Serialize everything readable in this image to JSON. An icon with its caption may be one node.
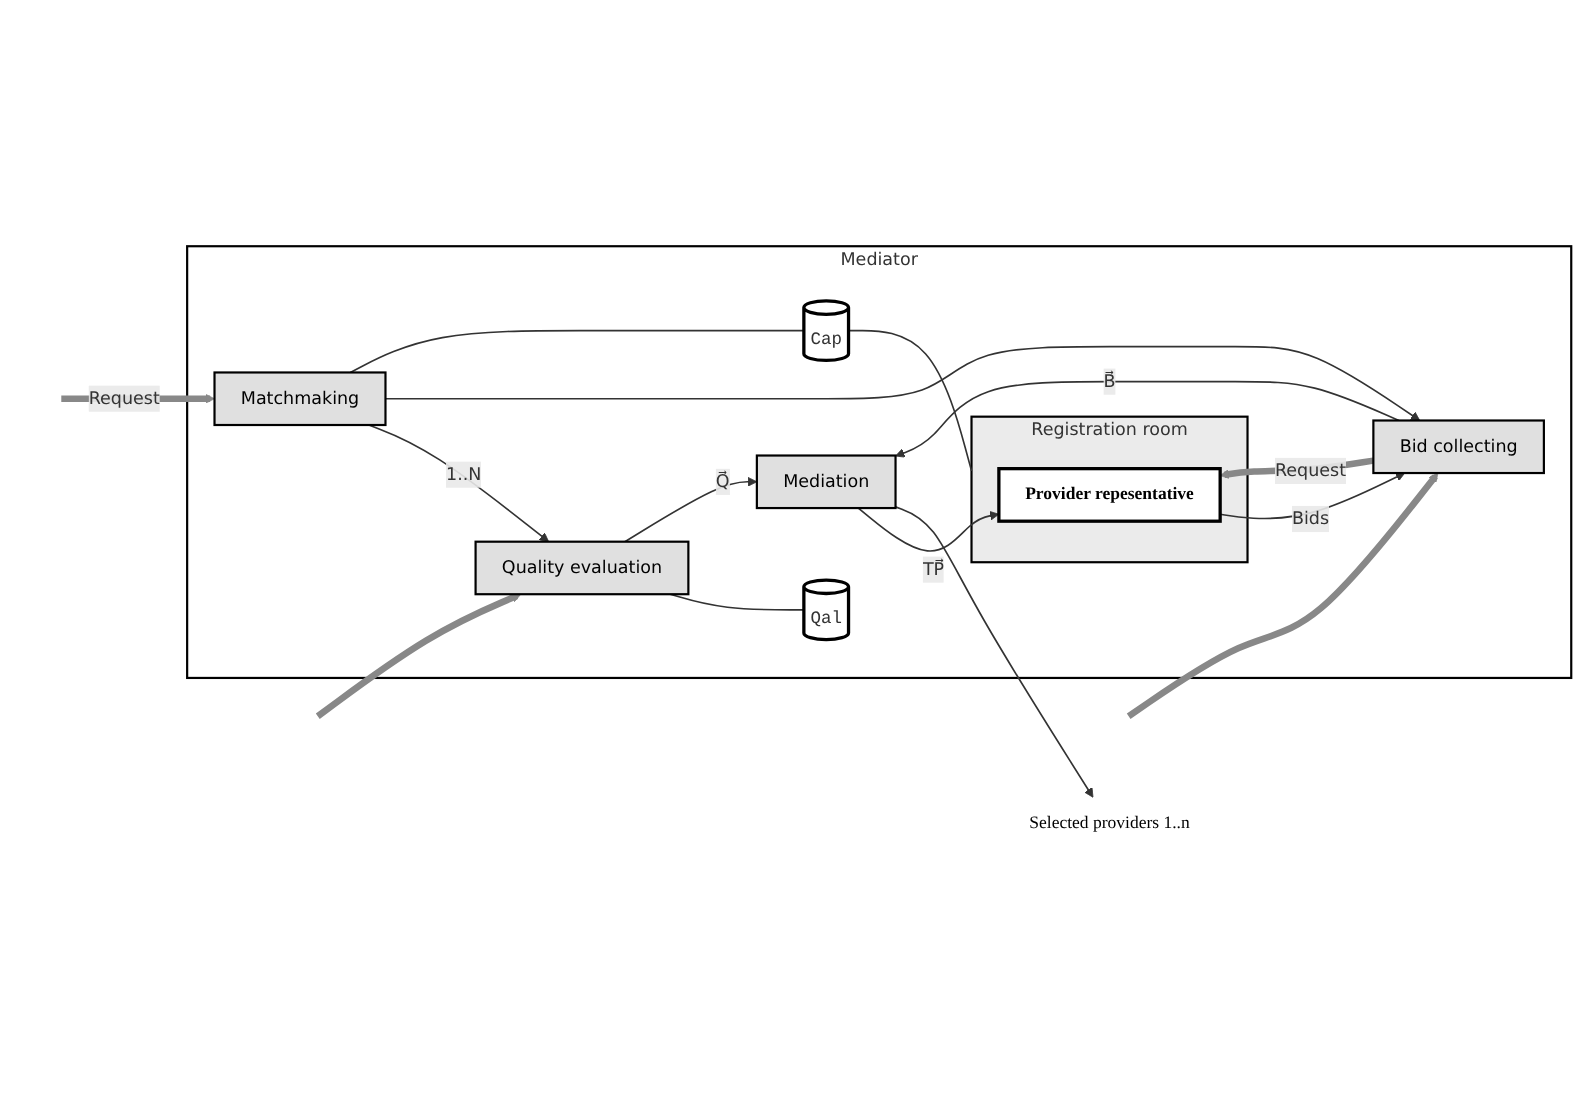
{
  "diagram": {
    "nodes": [
      {
        "text": [
          "Mediator"
        ]
      },
      {
        "text": [
          "Matchmaking"
        ],
        "in": 0
      },
      {
        "text": [
          "Quality evaluation"
        ],
        "in": 0
      },
      {
        "text": [
          "Qal"
        ],
        "in": 0
      },
      {
        "text": [
          "Bid collecting"
        ],
        "in": 0
      },
      {
        "text": [
          "Mediation"
        ],
        "in": 0
      },
      {
        "text": [
          "Cap"
        ],
        "in": 0
      },
      {
        "text": [
          "Registration room"
        ],
        "in": 0
      },
      {
        "text": [
          "Provider repesentative"
        ],
        "in": 7
      },
      {
        "text": [
          "Selected providers 1..n"
        ]
      }
    ],
    "edges": [
      {
        "from": null,
        "to": 1,
        "arrow": "to",
        "label": "Request",
        "style": "thick",
        "color": "#888888"
      },
      {
        "from": null,
        "to": 2,
        "arrow": "to",
        "style": "thick",
        "color": "#888888"
      },
      {
        "from": null,
        "to": 4,
        "arrow": "to",
        "style": "thick",
        "color": "#888888"
      },
      {
        "from": 1,
        "to": 2,
        "arrow": "to",
        "label": "1..N"
      },
      {
        "from": 1,
        "to": 4,
        "arrow": "to"
      },
      {
        "from": 2,
        "to": 3,
        "arrow": "none"
      },
      {
        "from": 2,
        "to": 5,
        "arrow": "to",
        "label": "Q⃗"
      },
      {
        "from": 4,
        "to": 5,
        "arrow": "to",
        "label": "B⃗"
      },
      {
        "from": 4,
        "to": 8,
        "arrow": "to",
        "label": "Request",
        "style": "thick",
        "color": "#888888"
      },
      {
        "from": 8,
        "to": 4,
        "arrow": "to",
        "label": "Bids"
      },
      {
        "from": 5,
        "to": 8,
        "arrow": "to",
        "label": "TP⃗"
      },
      {
        "from": 5,
        "to": 9,
        "arrow": "to"
      },
      {
        "from": 1,
        "to": 6,
        "arrow": "none"
      },
      {
        "from": 6,
        "to": 7,
        "arrow": "none"
      }
    ]
  }
}
